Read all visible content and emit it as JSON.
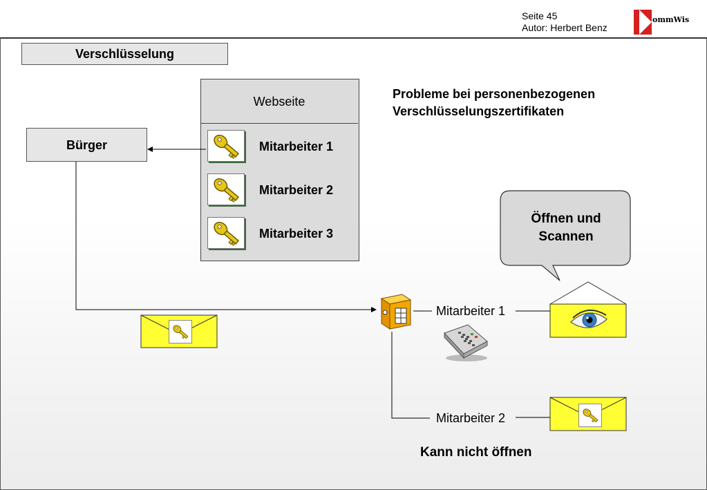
{
  "header": {
    "page": "Seite 45",
    "author": "Autor: Herbert Benz",
    "logo_text": "ommWis",
    "logo_name": "kommwis-logo"
  },
  "title": "Verschlüsselung",
  "website": {
    "title": "Webseite",
    "employees": [
      "Mitarbeiter 1",
      "Mitarbeiter 2",
      "Mitarbeiter 3"
    ],
    "icon": "key-icon"
  },
  "citizen": "Bürger",
  "problem_heading": [
    "Probleme bei personenbezogenen",
    "Verschlüsselungszertifikaten"
  ],
  "speech_bubble": [
    "Öffnen und",
    "Scannen"
  ],
  "recipients": {
    "employee1": "Mitarbeiter 1",
    "employee2": "Mitarbeiter 2"
  },
  "cannot_open": "Kann nicht öffnen",
  "icons": [
    "key-icon",
    "envelope-icon",
    "mailbox-icon",
    "phone-icon",
    "eye-icon"
  ],
  "colors": {
    "envelope": "#ffff33",
    "box_fill": "#e6e6e6",
    "key_gold": "#e6c619"
  }
}
